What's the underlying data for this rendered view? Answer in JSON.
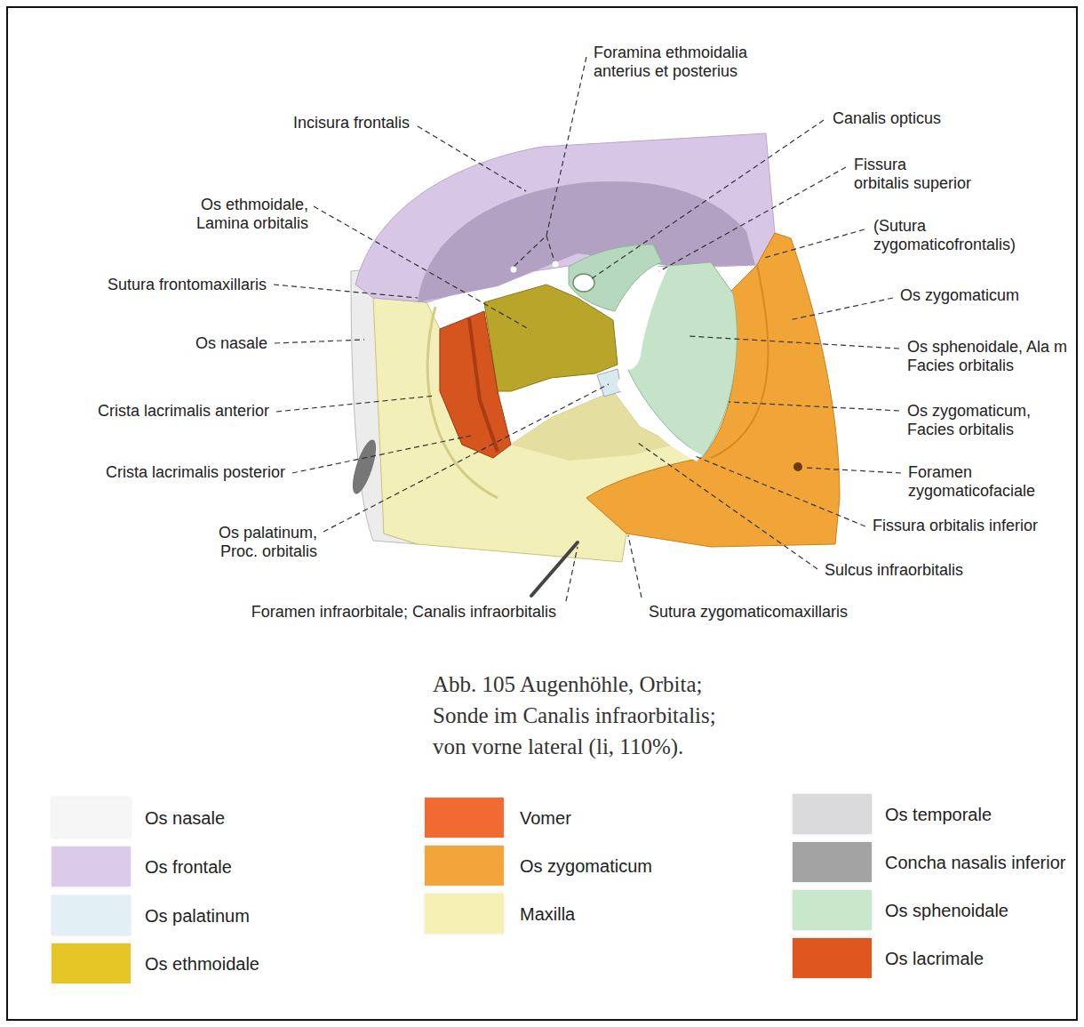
{
  "diagram": {
    "caption": "Abb. 105 Augenhöhle, Orbita; Sonde im Canalis infraorbitalis; von vorne lateral (li, 110%).",
    "labels": [
      "Foramina ethmoidalia anterius et posterius",
      "Incisura frontalis",
      "Canalis opticus",
      "Os ethmoidale, Lamina orbitalis",
      "Fissura orbitalis superior",
      "(Sutura zygomaticofrontalis)",
      "Sutura frontomaxillaris",
      "Os zygomaticum",
      "Os nasale",
      "Os sphenoidale, Ala m Facies orbitalis",
      "Crista lacrimalis anterior",
      "Os zygomaticum, Facies orbitalis",
      "Foramen zygomaticofaciale",
      "Crista lacrimalis posterior",
      "Fissura orbitalis inferior",
      "Os palatinum, Proc. orbitalis",
      "Sulcus infraorbitalis",
      "Foramen infraorbitale; Canalis infraorbitalis",
      "Sutura zygomaticomaxillaris"
    ],
    "legend": [
      {
        "text": "Os nasale",
        "color": "#f6f6f6"
      },
      {
        "text": "Os frontale",
        "color": "#dccbe8"
      },
      {
        "text": "Os palatinum",
        "color": "#e2eff5"
      },
      {
        "text": "Os ethmoidale",
        "color": "#e6c626"
      },
      {
        "text": "Vomer",
        "color": "#f06a32"
      },
      {
        "text": "Os zygomaticum",
        "color": "#f2a53a"
      },
      {
        "text": "Maxilla",
        "color": "#f5f1b4"
      },
      {
        "text": "Os temporale",
        "color": "#dadadd"
      },
      {
        "text": "Concha nasalis inferior",
        "color": "#a3a3a3"
      },
      {
        "text": "Os sphenoidale",
        "color": "#c9e8cb"
      },
      {
        "text": "Os lacrimale",
        "color": "#e0561f"
      }
    ]
  }
}
